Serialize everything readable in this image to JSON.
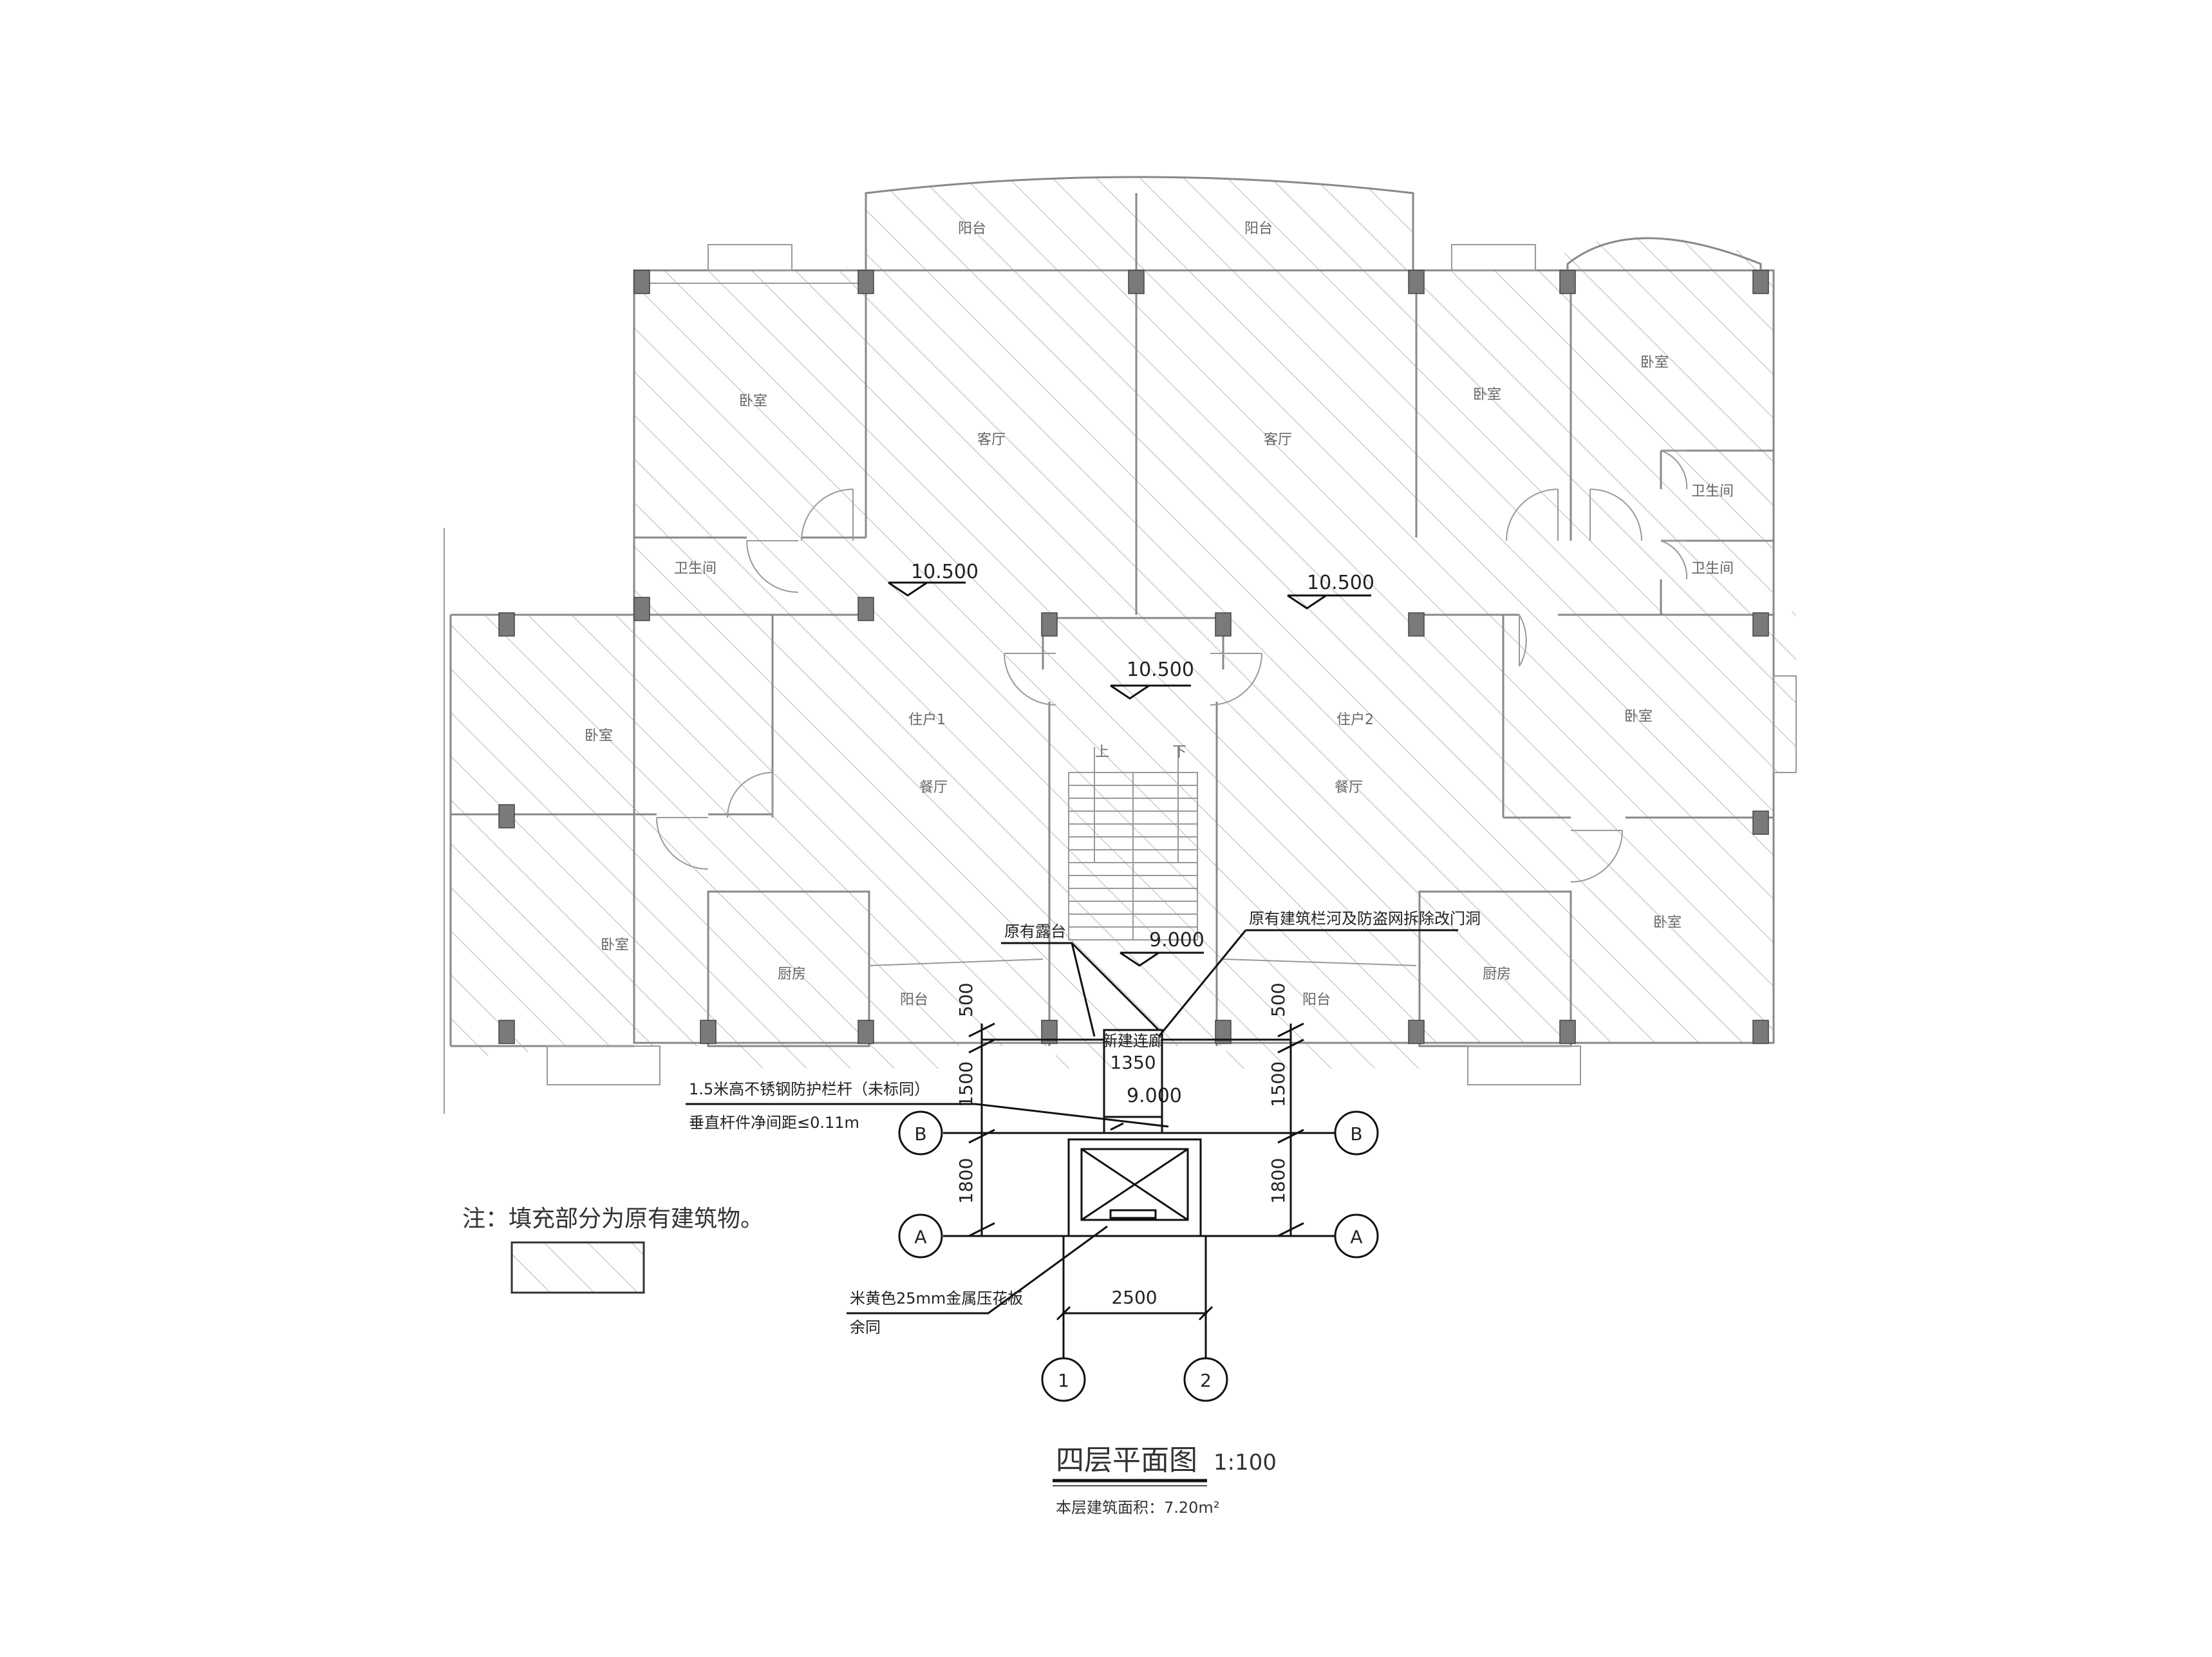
{
  "rooms": {
    "balcony_top_left": "阳台",
    "balcony_top_right": "阳台",
    "bedroom_nw": "卧室",
    "living_left": "客厅",
    "living_right": "客厅",
    "bedroom_n2": "卧室",
    "bedroom_ne": "卧室",
    "bath_ne1": "卫生间",
    "bath_ne2": "卫生间",
    "bath_w": "卫生间",
    "bedroom_w": "卧室",
    "unit1": "住户1",
    "dining_left": "餐厅",
    "unit2": "住户2",
    "dining_right": "餐厅",
    "bedroom_e": "卧室",
    "bedroom_sw": "卧室",
    "kitchen_left": "厨房",
    "balcony_bottom_left": "阳台",
    "balcony_bottom_right": "阳台",
    "kitchen_right": "厨房",
    "bedroom_se": "卧室",
    "stair_up": "上",
    "stair_down": "下"
  },
  "levels": {
    "lvl_left": "10.500",
    "lvl_right": "10.500",
    "lvl_center": "10.500",
    "lvl_900a": "9.000",
    "lvl_900b": "9.000"
  },
  "annotations": {
    "existing_terrace": "原有露台",
    "demolish_note": "原有建筑栏河及防盗网拆除改门洞",
    "new_corridor": "新建连廊",
    "railing_line1": "1.5米高不锈钢防护栏杆（未标同）",
    "railing_line2": "垂直杆件净间距≤0.11m",
    "panel_line1": "米黄色25mm金属压花板",
    "panel_line2": "余同",
    "legend_note": "注：填充部分为原有建筑物。"
  },
  "dimensions": {
    "d500_left": "500",
    "d500_right": "500",
    "d1350": "1350",
    "d1500_left": "1500",
    "d1500_right": "1500",
    "d1800_left": "1800",
    "d1800_right": "1800",
    "d2500": "2500"
  },
  "axes": {
    "B_left": "B",
    "B_right": "B",
    "A_left": "A",
    "A_right": "A",
    "axis1": "1",
    "axis2": "2"
  },
  "title": {
    "main": "四层平面图",
    "scale": "1:100",
    "area": "本层建筑面积：7.20m²"
  },
  "colors": {
    "hatch": "#b0b0b0",
    "column": "#7a7a7a",
    "line": "#111111"
  }
}
